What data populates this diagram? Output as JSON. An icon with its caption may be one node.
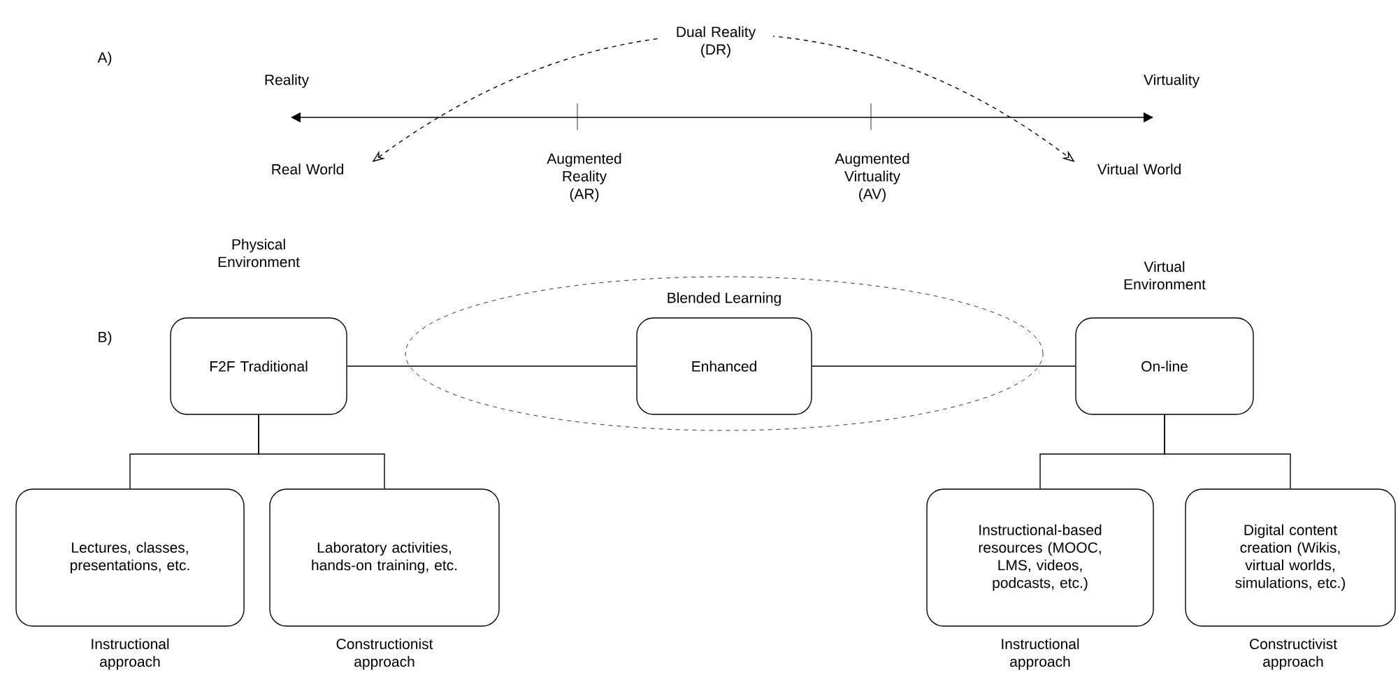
{
  "diagram": {
    "nodes": [
      {
        "text": [
          "Real World"
        ]
      },
      {
        "text": [
          "Virtual World"
        ]
      },
      {
        "text": [
          "Blended Learning"
        ]
      },
      {
        "text": [
          "F2F Traditional"
        ],
        "beside": [
          "Physical Environment"
        ]
      },
      {
        "text": [
          "Enhanced"
        ],
        "in": 2
      },
      {
        "text": [
          "On-line"
        ],
        "beside": [
          "Virtual Environment"
        ]
      },
      {
        "text": [
          "Lectures, classes, presentations, etc."
        ],
        "beside": [
          "Instructional approach"
        ]
      },
      {
        "text": [
          "Laboratory activities, hands-on training, etc."
        ],
        "beside": [
          "Constructionist approach"
        ]
      },
      {
        "text": [
          "Instructional-based resources (MOOC, LMS, videos, podcasts, etc.)"
        ],
        "beside": [
          "Instructional approach"
        ]
      },
      {
        "text": [
          "Digital content creation (Wikis, virtual worlds, simulations, etc.)"
        ],
        "beside": [
          "Constructivist approach"
        ]
      }
    ],
    "edges": [
      {
        "from": 0,
        "to": 1,
        "arrow": "both",
        "style": "dashed",
        "label": "Dual Reality (DR)"
      },
      {
        "from": 3,
        "to": 4,
        "arrow": "none"
      },
      {
        "from": 4,
        "to": 5,
        "arrow": "none"
      },
      {
        "from": 3,
        "to": 6,
        "arrow": "none"
      },
      {
        "from": 3,
        "to": 7,
        "arrow": "none"
      },
      {
        "from": 5,
        "to": 8,
        "arrow": "none"
      },
      {
        "from": 5,
        "to": 9,
        "arrow": "none"
      }
    ],
    "labels": [
      "A)",
      "Reality",
      "Virtuality",
      "Augmented Reality (AR)",
      "Augmented Virtuality (AV)",
      "B)"
    ]
  }
}
